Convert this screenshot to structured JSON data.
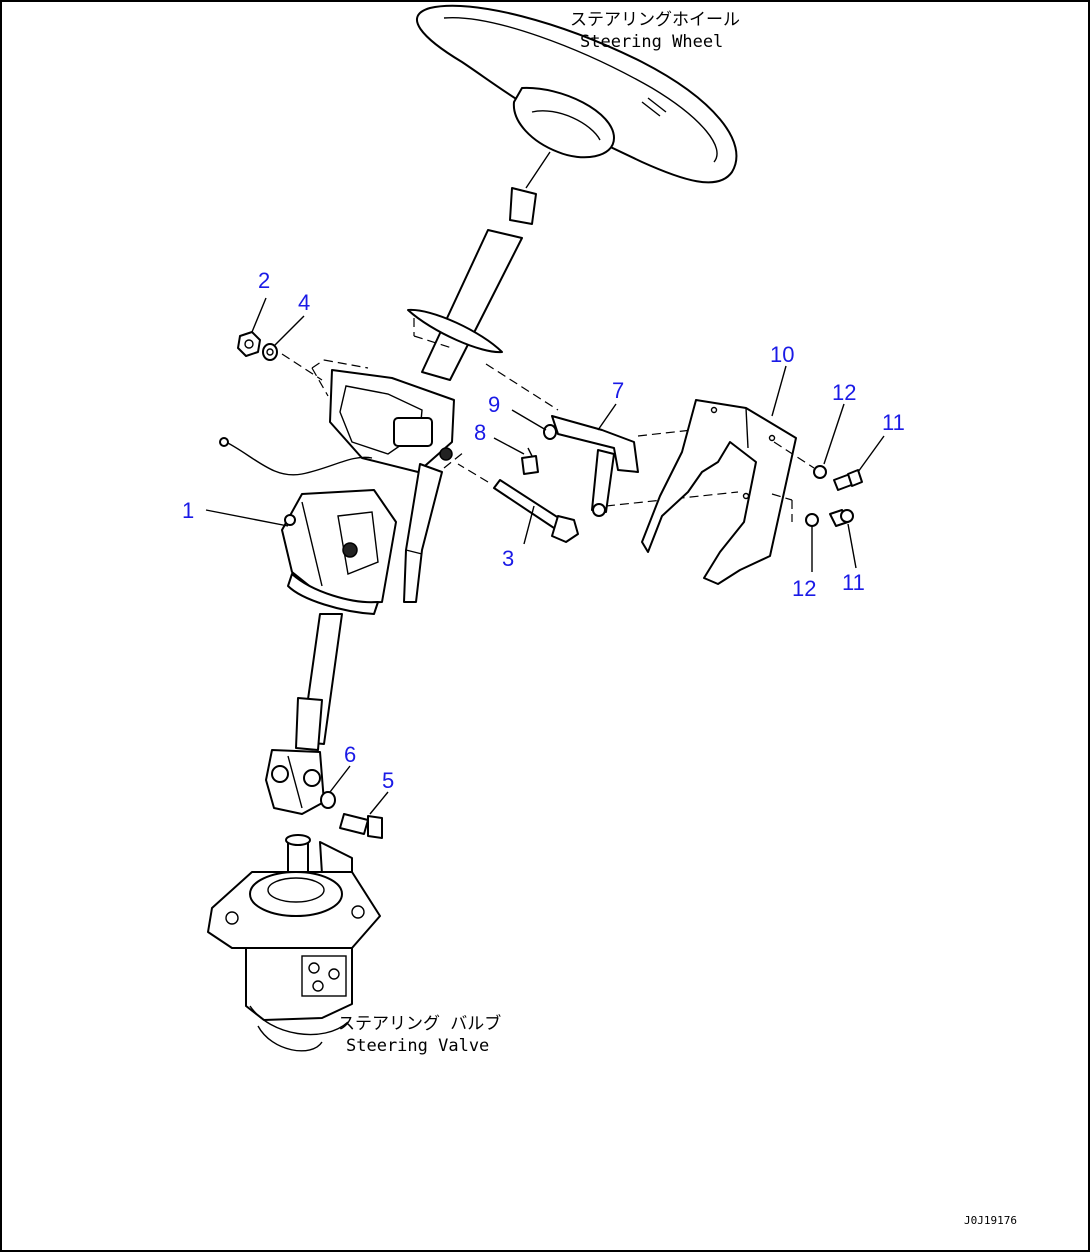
{
  "captions": {
    "steering_wheel_jp": "ステアリングホイール",
    "steering_wheel_en": "Steering Wheel",
    "steering_valve_jp": "ステアリング バルブ",
    "steering_valve_en": "Steering Valve"
  },
  "callouts": {
    "c1": "1",
    "c2": "2",
    "c3": "3",
    "c4": "4",
    "c5": "5",
    "c6": "6",
    "c7": "7",
    "c8": "8",
    "c9": "9",
    "c10": "10",
    "c11_top": "11",
    "c11_bottom": "11",
    "c12_top": "12",
    "c12_bottom": "12"
  },
  "drawing_id": "J0J19176",
  "colors": {
    "callout": "#1a1ae6",
    "line": "#000000"
  }
}
